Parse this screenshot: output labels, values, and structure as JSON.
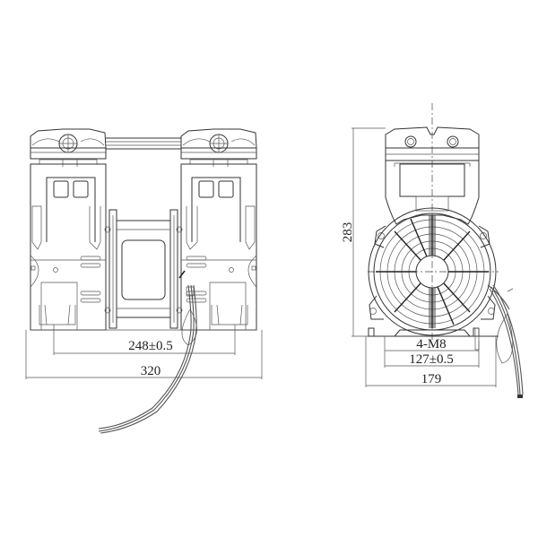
{
  "drawing": {
    "front_view": {
      "dimensions": {
        "mount_spacing": "248±0.5",
        "overall_width": "320"
      }
    },
    "side_view": {
      "dimensions": {
        "overall_height": "283",
        "bolt_spec": "4-M8",
        "mount_spacing": "127±0.5",
        "overall_width": "179"
      }
    }
  }
}
